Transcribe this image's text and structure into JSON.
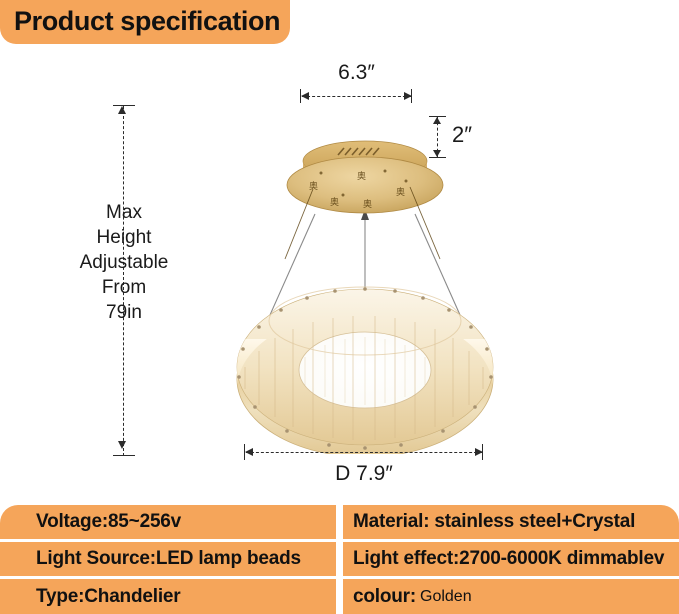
{
  "header": {
    "title": "Product specification",
    "bg_color": "#f5a55a"
  },
  "diagram": {
    "height_dimension": {
      "label_lines": "Max\nHeight\nAdjustable\nFrom\n79in",
      "line1": "Max",
      "line2": "Height",
      "line3": "Adjustable",
      "line4": "From",
      "line5": "79in"
    },
    "canopy_width_dimension": "6.3″",
    "canopy_height_dimension": "2″",
    "ring_diameter_dimension": "D 7.9″",
    "product": {
      "canopy_color": "#d9b36a",
      "crystal_color": "#e8cf9a",
      "cable_color": "#8a8a8a"
    }
  },
  "spec_table": {
    "left_column": [
      {
        "label": "Voltage:85~256v"
      },
      {
        "label": "Light Source:LED lamp beads"
      },
      {
        "label": "Type:Chandelier"
      }
    ],
    "right_column": [
      {
        "label": "Material: stainless steel+Crystal",
        "value": ""
      },
      {
        "label": "Light effect:2700-6000K dimmablev",
        "value": ""
      },
      {
        "label": "colour:",
        "value": "Golden"
      }
    ],
    "bg_color": "#f5a55a"
  }
}
